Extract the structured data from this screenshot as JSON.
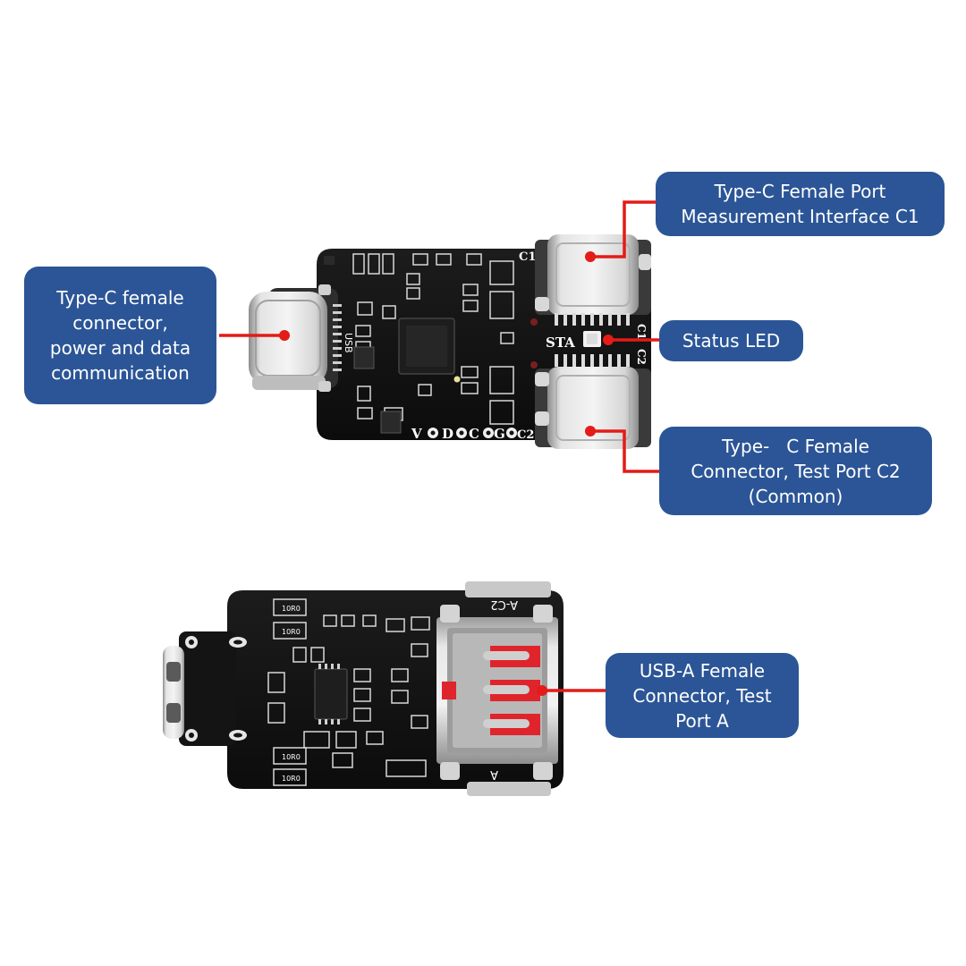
{
  "callouts": {
    "usb_c_input": {
      "lines": [
        "Type-C female",
        "connector,",
        "power and data",
        "communication"
      ]
    },
    "port_c1": {
      "lines": [
        "Type-C Female Port",
        "Measurement Interface C1"
      ]
    },
    "status_led": {
      "lines": [
        "Status LED"
      ]
    },
    "port_c2": {
      "lines": [
        "Type-   C Female",
        "Connector, Test Port C2",
        "(Common)"
      ]
    },
    "port_a": {
      "lines": [
        "USB-A Female",
        "Connector, Test",
        "Port A"
      ]
    }
  },
  "silkscreen": {
    "top_board": {
      "usb": "USB",
      "c1": "C1",
      "sta": "STA",
      "c1_vertical": "C1",
      "c2_vertical": "C2",
      "pins": [
        "V",
        "D",
        "C",
        "G",
        "C2"
      ]
    },
    "bottom_board": {
      "a_c2": "A-C2",
      "a": "A",
      "resistor": "10R0"
    }
  },
  "colors": {
    "callout_bg": "#2b5596",
    "callout_text": "#ffffff",
    "leader_line": "#e41b17",
    "pcb": "#141414",
    "connector_metal": "#c9c9c9",
    "usb_a_contacts": "#e0242b"
  }
}
